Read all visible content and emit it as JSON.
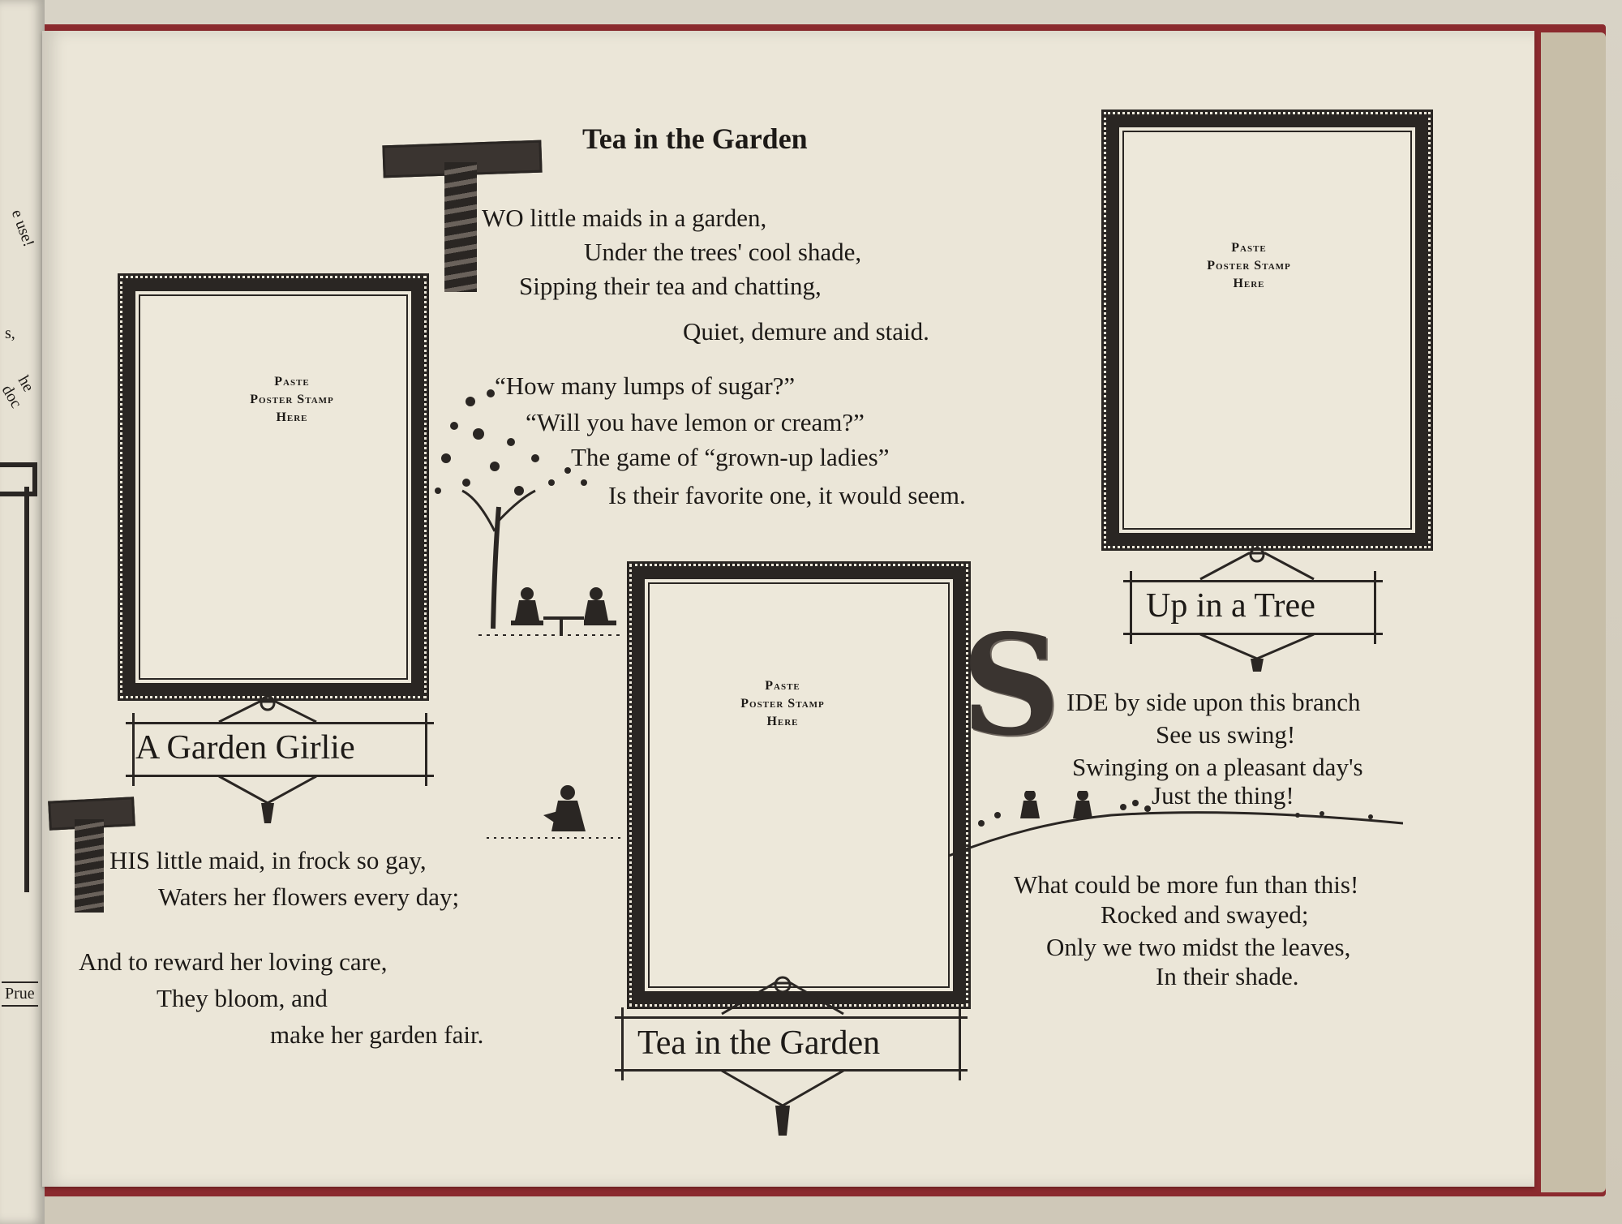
{
  "page_title": "Tea in the Garden",
  "poem_tea": {
    "dropcap": "T",
    "lines": [
      "WO little maids in a garden,",
      "Under the trees' cool shade,",
      "Sipping their tea and chatting,",
      "Quiet, demure and staid.",
      "“How many lumps of sugar?”",
      "“Will you have lemon or cream?”",
      "The game of “grown-up ladies”",
      "Is their favorite one, it would seem."
    ]
  },
  "poem_girlie": {
    "dropcap": "T",
    "lines": [
      "HIS little maid, in frock so gay,",
      "Waters her flowers every day;",
      "And to reward her loving care,",
      "They bloom, and",
      "make her garden fair."
    ]
  },
  "poem_tree": {
    "dropcap": "S",
    "lines": [
      "IDE by side upon this branch",
      "See us swing!",
      "Swinging on a pleasant day's",
      "Just the thing!",
      "What could be more fun than this!",
      "Rocked and swayed;",
      "Only we two midst the leaves,",
      "In their shade."
    ]
  },
  "stamp_label": [
    "Paste",
    "Poster Stamp",
    "Here"
  ],
  "captions": {
    "girlie": "A Garden Girlie",
    "tea": "Tea in the Garden",
    "tree": "Up in a Tree"
  },
  "left_page_fragments": [
    "e use!",
    "s,",
    "he doc",
    "Prue"
  ],
  "colors": {
    "paper": "#ebe6d8",
    "ink": "#2a2623",
    "cover": "#8b2a2e"
  }
}
